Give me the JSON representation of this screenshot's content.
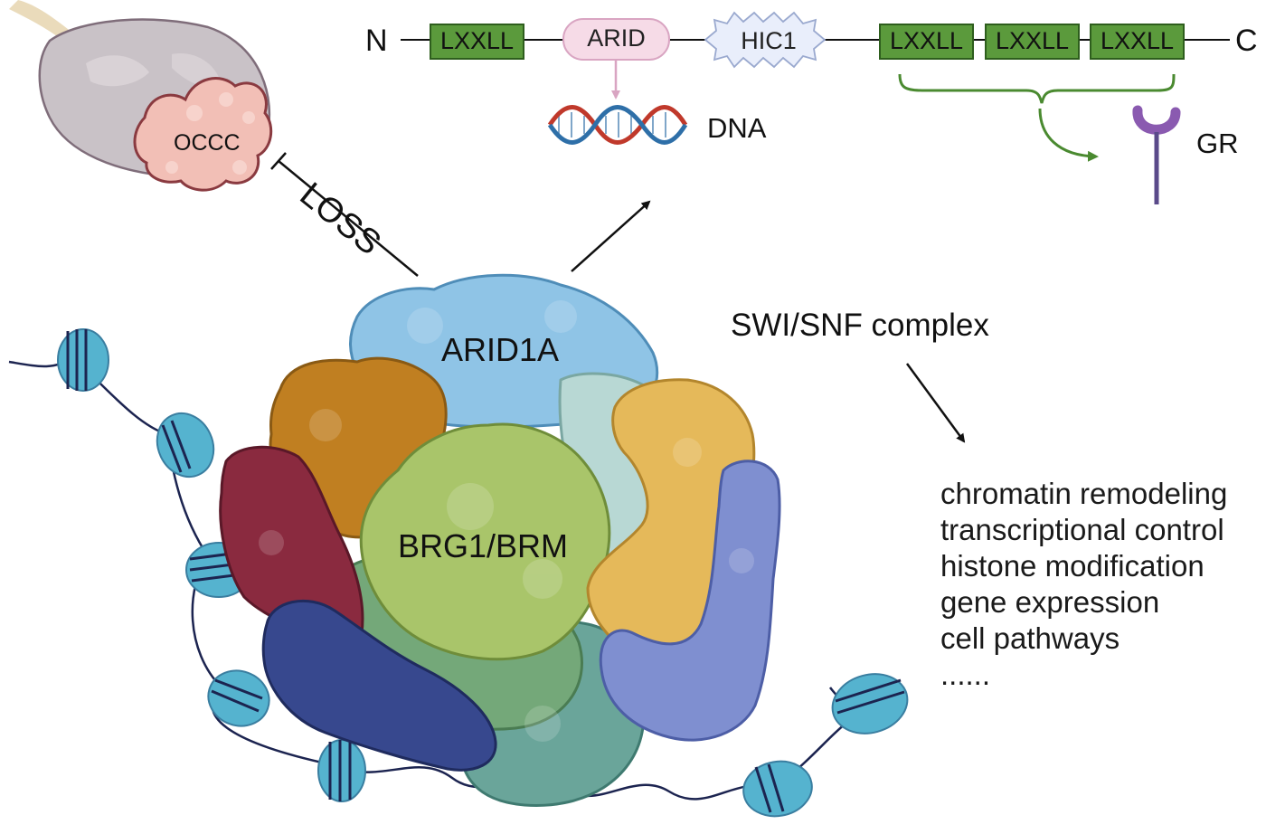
{
  "protein": {
    "n_terminus": "N",
    "c_terminus": "C",
    "domains": [
      "LXXLL",
      "ARID",
      "HIC1",
      "LXXLL",
      "LXXLL",
      "LXXLL"
    ],
    "dna_label": "DNA",
    "receptor_label": "GR"
  },
  "tumor": {
    "label": "OCCC",
    "inhibition_label": "LOSS"
  },
  "complex": {
    "title": "SWI/SNF complex",
    "subunit_top": "ARID1A",
    "subunit_core": "BRG1/BRM"
  },
  "functions": [
    "chromatin remodeling",
    "transcriptional control",
    "histone modification",
    "gene expression",
    "cell pathways",
    "......"
  ],
  "colors": {
    "lxxll_fill": "#5b9a3c",
    "arid_fill": "#f6dbe7",
    "hic1_fill": "#e9eefb",
    "arid1a": "#8fc4e6",
    "brg1": "#a9c56a",
    "brown": "#c07f21",
    "maroon": "#8a2a3f",
    "navy": "#37488e",
    "yellow": "#e5b95a",
    "periwinkle": "#7f8fd0",
    "teal": "#6aa59a",
    "nucleosome": "#55b3cf",
    "gr": "#8a5ab0"
  }
}
